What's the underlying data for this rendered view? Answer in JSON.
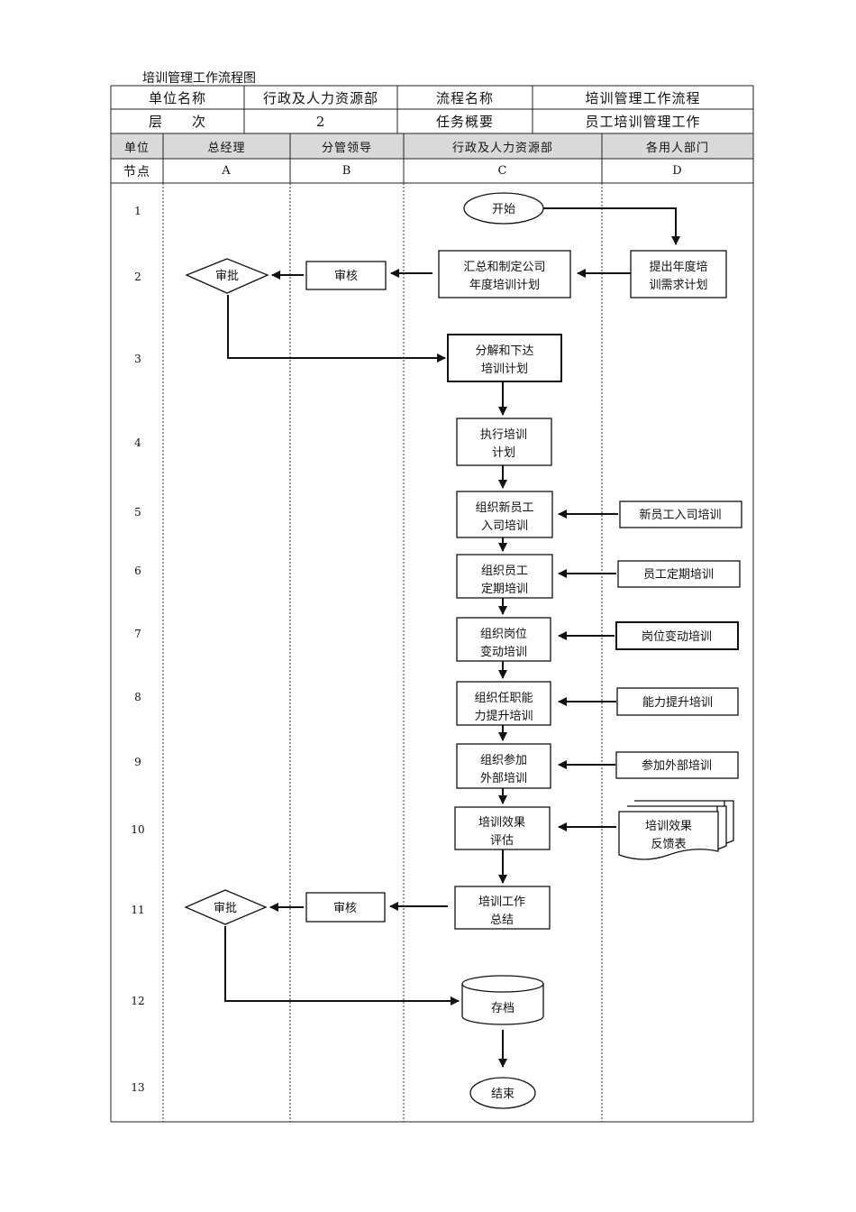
{
  "title": "培训管理工作流程图",
  "info_table": {
    "unit_label": "单位名称",
    "unit_value": "行政及人力资源部",
    "flow_label": "流程名称",
    "flow_value": "培训管理工作流程",
    "level_label": "层　　次",
    "level_value": "2",
    "task_label": "任务概要",
    "task_value": "员工培训管理工作"
  },
  "lanes": {
    "header_unit": "单位",
    "header_node": "节点",
    "columns": [
      {
        "name": "总经理",
        "code": "A"
      },
      {
        "name": "分管领导",
        "code": "B"
      },
      {
        "name": "行政及人力资源部",
        "code": "C"
      },
      {
        "name": "各用人部门",
        "code": "D"
      }
    ]
  },
  "rows": [
    "1",
    "2",
    "3",
    "4",
    "5",
    "6",
    "7",
    "8",
    "9",
    "10",
    "11",
    "12",
    "13"
  ],
  "nodes": {
    "start": "开始",
    "approve_1": "审批",
    "review_1": "审核",
    "compile_plan": [
      "汇总和制定公司",
      "年度培训计划"
    ],
    "propose_plan": [
      "提出年度培",
      "训需求计划"
    ],
    "split_plan": [
      "分解和下达",
      "培训计划"
    ],
    "execute_plan": [
      "执行培训",
      "计划"
    ],
    "new_staff": [
      "组织新员工",
      "入司培训"
    ],
    "new_staff_input": "新员工入司培训",
    "periodic": [
      "组织员工",
      "定期培训"
    ],
    "periodic_input": "员工定期培训",
    "position": [
      "组织岗位",
      "变动培训"
    ],
    "position_input": "岗位变动培训",
    "ability": [
      "组织任职能",
      "力提升培训"
    ],
    "ability_input": "能力提升培训",
    "external": [
      "组织参加",
      "外部培训"
    ],
    "external_input": "参加外部培训",
    "evaluate": [
      "培训效果",
      "评估"
    ],
    "feedback_doc": [
      "培训效果",
      "反馈表"
    ],
    "summary": [
      "培训工作",
      "总结"
    ],
    "review_2": "审核",
    "approve_2": "审批",
    "archive": "存档",
    "end": "结束"
  }
}
